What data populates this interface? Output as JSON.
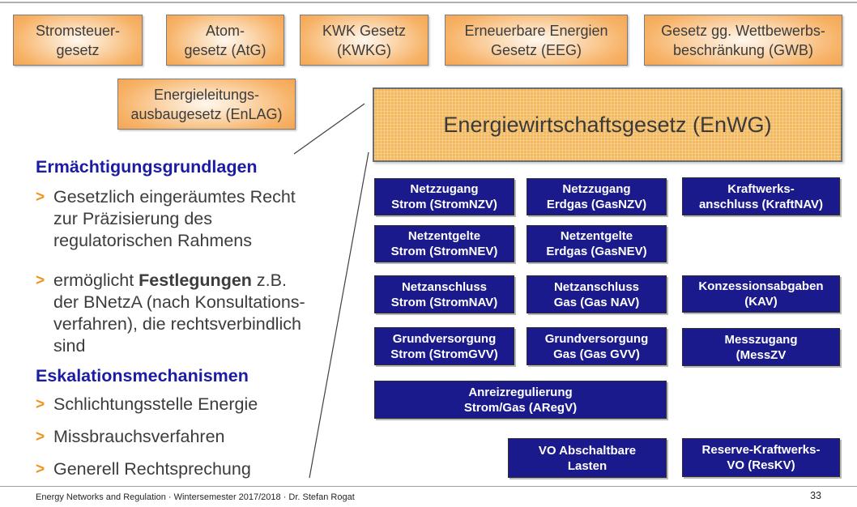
{
  "colors": {
    "law_box_orange": "#EE8A2C",
    "law_box_highlight": "#FFF8EF",
    "enwg_fill": "#F3B95F",
    "regulation_navy": "#1A1A8C",
    "heading_blue": "#1B1BA3",
    "bullet_orange": "#F0941E",
    "body_text": "#3C3C3C"
  },
  "laws": [
    {
      "line1": "Stromsteuer-",
      "line2": "gesetz"
    },
    {
      "line1": "Atom-",
      "line2": "gesetz (AtG)"
    },
    {
      "line1": "KWK Gesetz",
      "line2": "(KWKG)"
    },
    {
      "line1": "Erneuerbare Energien",
      "line2": "Gesetz (EEG)"
    },
    {
      "line1": "Gesetz gg. Wettbewerbs-",
      "line2": "beschränkung (GWB)"
    },
    {
      "line1": "Energieleitungs-",
      "line2": "ausbaugesetz (EnLAG)"
    }
  ],
  "enwg": {
    "label": "Energiewirtschaftsgesetz (EnWG)"
  },
  "left_panel": {
    "chevron": ">",
    "heading1": "Ermächtigungsgrundlagen",
    "bullet1": "Gesetzlich eingeräumtes Recht\nzur Präzisierung des\nregulatorischen Rahmens",
    "bullet2_pre": "ermöglicht ",
    "bullet2_bold": "Festlegungen",
    "bullet2_post": " z.B.\nder BNetzA (nach Konsultations-\nverfahren), die rechtsverbindlich\nsind",
    "heading2": "Eskalationsmechanismen",
    "bullet3": "Schlichtungsstelle Energie",
    "bullet4": "Missbrauchsverfahren",
    "bullet5": "Generell Rechtsprechung"
  },
  "regulations": [
    {
      "line1": "Netzzugang",
      "line2": "Strom (StromNZV)"
    },
    {
      "line1": "Netzzugang",
      "line2": "Erdgas (GasNZV)"
    },
    {
      "line1": "Kraftwerks-",
      "line2": "anschluss (KraftNAV)"
    },
    {
      "line1": "Netzentgelte",
      "line2": "Strom (StromNEV)"
    },
    {
      "line1": "Netzentgelte",
      "line2": "Erdgas (GasNEV)"
    },
    {
      "line1": "Netzanschluss",
      "line2": "Strom (StromNAV)"
    },
    {
      "line1": "Netzanschluss",
      "line2": "Gas (Gas NAV)"
    },
    {
      "line1": "Konzessionsabgaben",
      "line2": "(KAV)"
    },
    {
      "line1": "Grundversorgung",
      "line2": "Strom (StromGVV)"
    },
    {
      "line1": "Grundversorgung",
      "line2": "Gas (Gas GVV)"
    },
    {
      "line1": "Messzugang",
      "line2": "(MessZV"
    },
    {
      "line1": "Anreizregulierung",
      "line2": "Strom/Gas (ARegV)"
    },
    {
      "line1": "VO Abschaltbare",
      "line2": "Lasten"
    },
    {
      "line1": "Reserve-Kraftwerks-",
      "line2": "VO (ResKV)"
    }
  ],
  "footer": {
    "credit": "Energy Networks and Regulation · Wintersemester 2017/2018 · Dr. Stefan Rogat",
    "page_number": "33"
  }
}
